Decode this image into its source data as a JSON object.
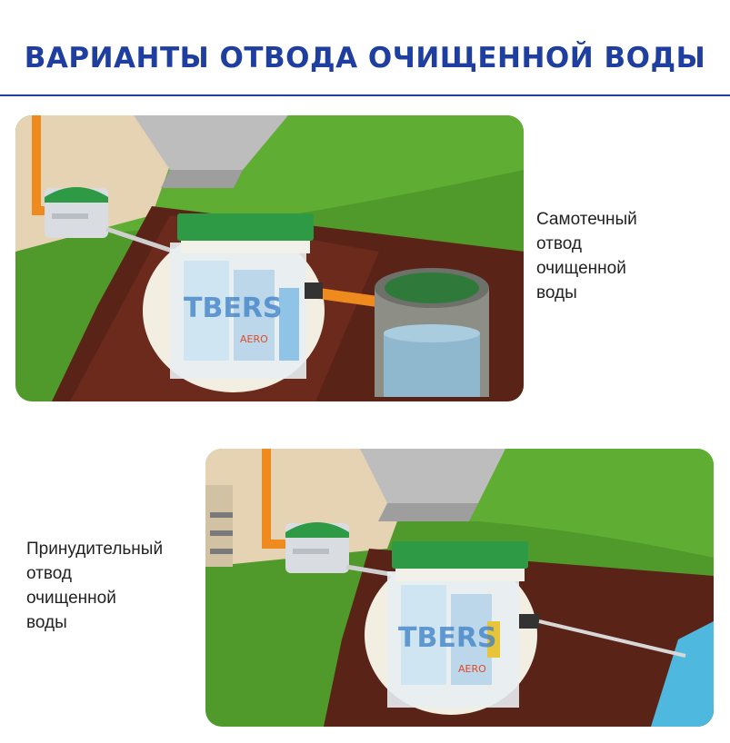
{
  "header": {
    "title": "ВАРИАНТЫ ОТВОДА ОЧИЩЕННОЙ ВОДЫ"
  },
  "sections": [
    {
      "caption_lines": [
        "Самотечный",
        "отвод",
        "очищенной",
        "воды"
      ]
    },
    {
      "caption_lines": [
        "Принудительный",
        "отвод",
        "очищенной",
        "воды"
      ]
    }
  ],
  "illustration": {
    "brand_main": "TBERS",
    "brand_sub": "AERO"
  },
  "colors": {
    "title_blue": "#1f3fa0",
    "grass": "#4f9a2a",
    "soil": "#5a2318",
    "lid_green": "#2e9a45",
    "pipe_orange": "#ee8a1e",
    "water_blue": "#4fb8de"
  }
}
